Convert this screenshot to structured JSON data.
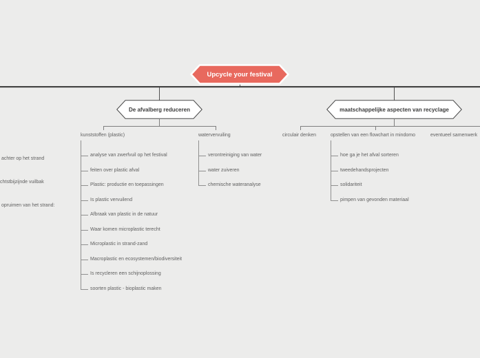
{
  "canvas": {
    "background": "#ececeb",
    "main_line_color": "#434343",
    "branch_line_color": "#8f8f8f",
    "root_fill_color": "#e8695e"
  },
  "root": {
    "label": "Upcycle your festival"
  },
  "offscreen_left": {
    "items": [
      "achter op het strand",
      "chtstbijzijnde vuilbak",
      "opruimen van het strand:"
    ]
  },
  "topics": [
    {
      "label": "De afvalberg reduceren",
      "subtopics": [
        {
          "label": "kunststoffen (plastic)",
          "children": [
            "analyse van zwerfvuil op het festival",
            "feiten over plastic afval",
            "Plastic: productie en toepassingen",
            "Is plastic vervuilend",
            "Afbraak van plastic in de natuur",
            "Waar komen microplastic terecht",
            "Microplastic in strand-zand",
            "Macroplastic en ecosystemen/biodiversiteit",
            "Is recycleren een schijnoplossing",
            "soorten plastic - bioplastic maken"
          ]
        },
        {
          "label": "watervervuiling",
          "children": [
            "verontreiniging van water",
            "water zuiveren",
            "chemische wateranalyse"
          ]
        }
      ]
    },
    {
      "label": "maatschappelijke aspecten van recyclage",
      "subtopics": [
        {
          "label": "circulair denken",
          "children": []
        },
        {
          "label": "opstellen van een flowchart in mindomo",
          "children": [
            "hoe ga je het afval sorteren",
            "tweedehandsprojecten",
            "solidariteit",
            "pimpen van gevonden materiaal"
          ]
        },
        {
          "label": "eventueel samenwerk",
          "children": []
        }
      ]
    }
  ]
}
